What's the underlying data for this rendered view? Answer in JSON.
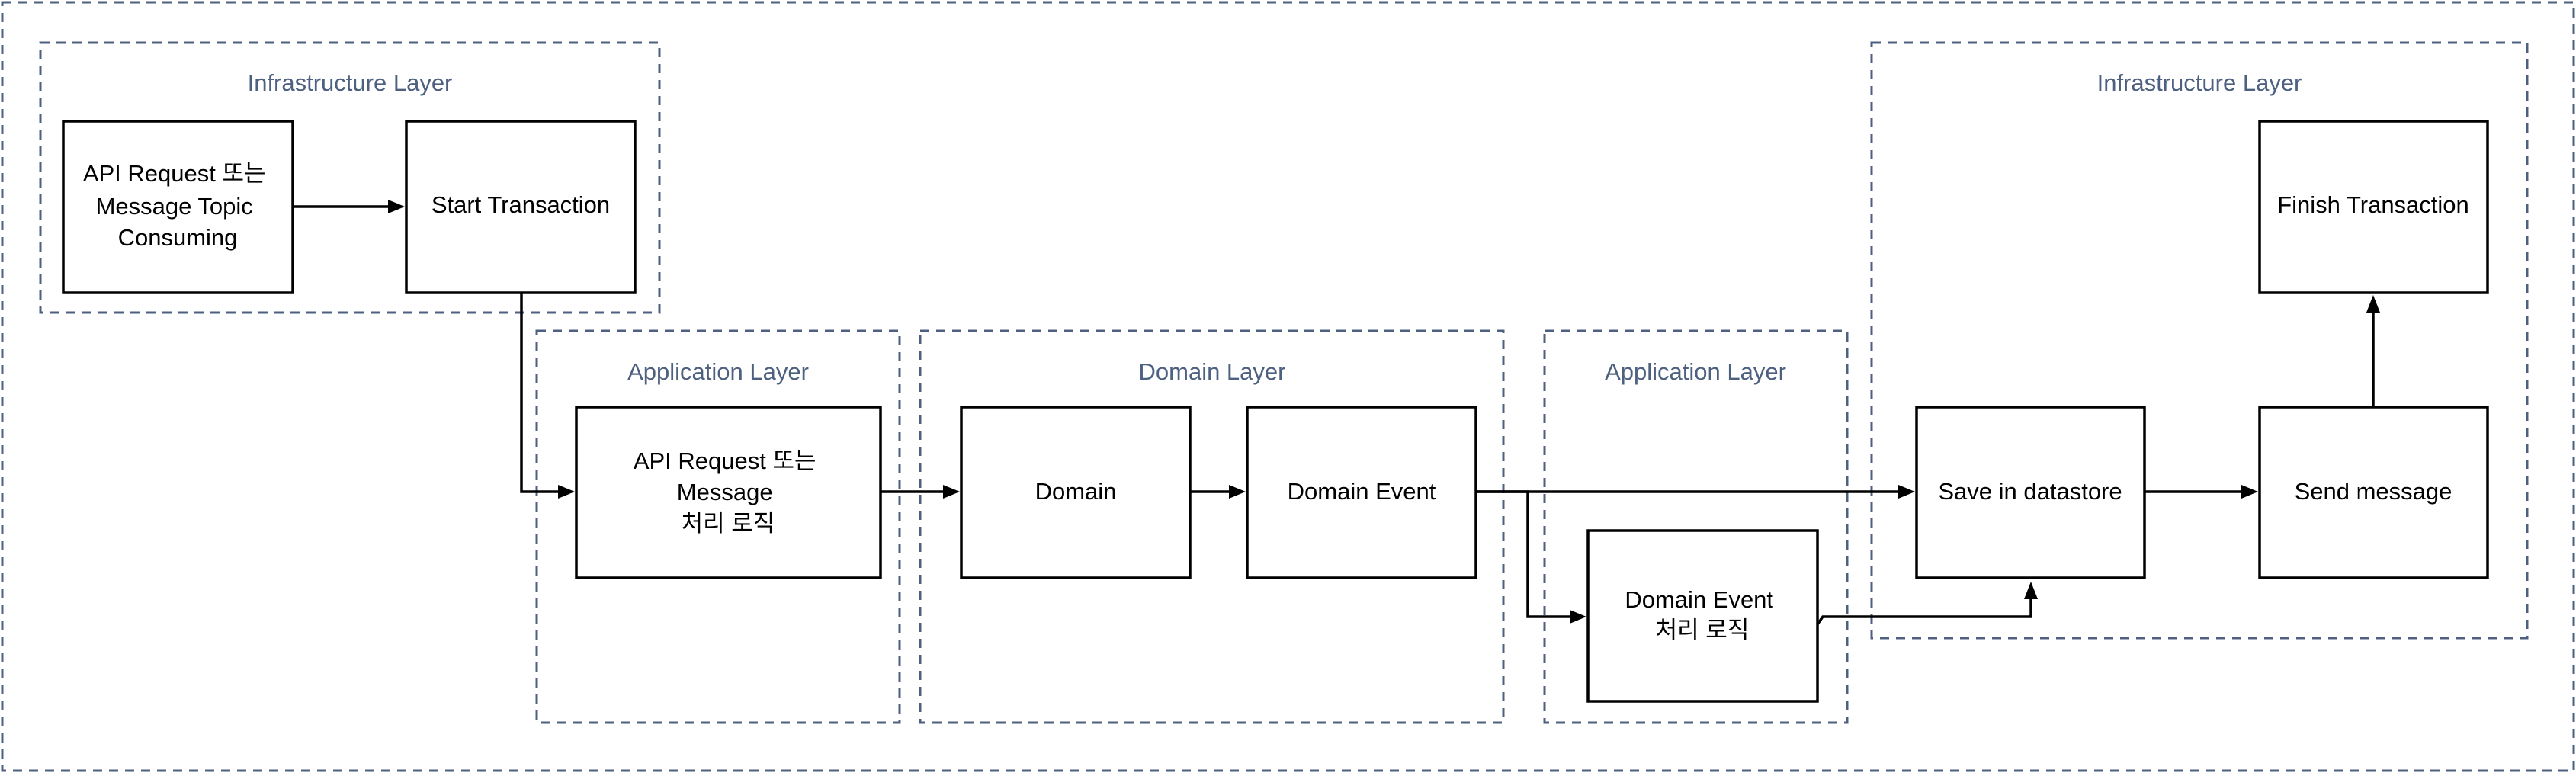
{
  "groups": {
    "infra_left": "Infrastructure Layer",
    "app_left": "Application Layer",
    "domain": "Domain Layer",
    "app_right": "Application Layer",
    "infra_right": "Infrastructure Layer"
  },
  "nodes": {
    "api_request": [
      "API Request 또는",
      "Message Topic",
      "Consuming"
    ],
    "start_transaction": [
      "Start Transaction"
    ],
    "api_logic": [
      "API Request 또는",
      "Message",
      "처리 로직"
    ],
    "domain": [
      "Domain"
    ],
    "domain_event": [
      "Domain Event"
    ],
    "domain_event_logic": [
      "Domain Event",
      "처리 로직"
    ],
    "save_datastore": [
      "Save in datastore"
    ],
    "send_message": [
      "Send message"
    ],
    "finish_transaction": [
      "Finish Transaction"
    ]
  },
  "colors": {
    "group_border": "#4d6080",
    "group_label": "#4d6080",
    "node_border": "#000000",
    "edge": "#000000"
  }
}
